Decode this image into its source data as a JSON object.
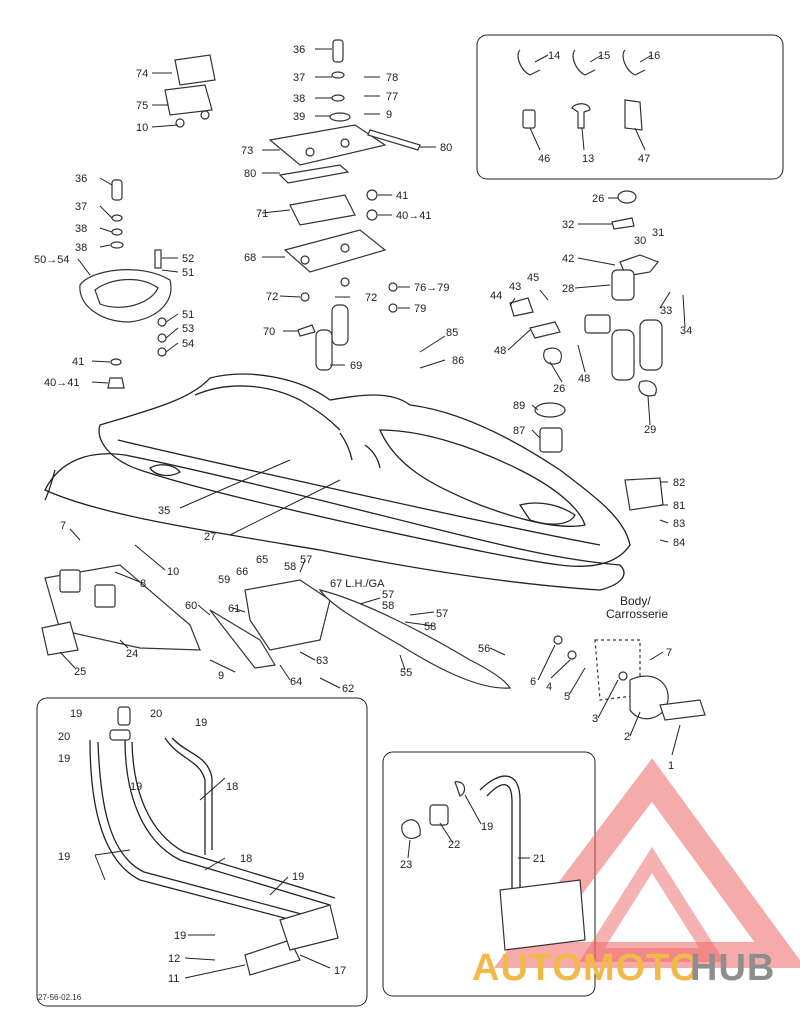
{
  "labels": {
    "l36a": "36",
    "l74": "74",
    "l75": "75",
    "l10a": "10",
    "l37a": "37",
    "l38a": "38",
    "l39": "39",
    "l78": "78",
    "l77": "77",
    "l9a": "9",
    "l73": "73",
    "l80a": "80",
    "l80b": "80",
    "l41a": "41",
    "l40_41a": "40→41",
    "l71": "71",
    "l68": "68",
    "l76_79": "76→79",
    "l72a": "72",
    "l72b": "72",
    "l79": "79",
    "l70": "70",
    "l69": "69",
    "l85": "85",
    "l86": "86",
    "l36b": "36",
    "l37b": "37",
    "l38b": "38",
    "l38c": "38",
    "l50_54": "50→54",
    "l52": "52",
    "l51a": "51",
    "l51b": "51",
    "l53": "53",
    "l54a": "54",
    "l41b": "41",
    "l40_41b": "40→41",
    "l14": "14",
    "l15": "15",
    "l16": "16",
    "l46": "46",
    "l13": "13",
    "l47": "47",
    "l26a": "26",
    "l32": "32",
    "l31": "31",
    "l30": "30",
    "l42": "42",
    "l45": "45",
    "l43": "43",
    "l44": "44",
    "l28": "28",
    "l33": "33",
    "l34": "34",
    "l48a": "48",
    "l48b": "48",
    "l26b": "26",
    "l29": "29",
    "l89": "89",
    "l87": "87",
    "l35": "35",
    "l27": "27",
    "l82": "82",
    "l81": "81",
    "l83": "83",
    "l84": "84",
    "l7a": "7",
    "l10b": "10",
    "l8": "8",
    "l9b": "9",
    "l24": "24",
    "l25": "25",
    "l65": "65",
    "l66": "66",
    "l58a": "58",
    "l57a": "57",
    "l67": "67 L.H./GA",
    "l59": "59",
    "l57b": "57",
    "l58b": "58",
    "l57c": "57",
    "l56": "56",
    "l60": "60",
    "l61": "61",
    "l63": "63",
    "l64": "64",
    "l62": "62",
    "l55": "55",
    "body": "Body/",
    "carrosserie": "Carrosserie",
    "l6": "6",
    "l4": "4",
    "l5": "5",
    "l3": "3",
    "l2": "2",
    "l1": "1",
    "l7b": "7",
    "l20a": "20",
    "l20b": "20",
    "l19a": "19",
    "l19b": "19",
    "l19c": "19",
    "l19d": "19",
    "l19e": "19",
    "l19f": "19",
    "l19g": "19",
    "l18a": "18",
    "l18b": "18",
    "l12": "12",
    "l11": "11",
    "l17": "17",
    "l21": "21",
    "l22": "22",
    "l23": "23",
    "l19h": "19"
  },
  "drawing_code": "27-56-02.16",
  "watermark": {
    "left": "AUTOMOTO",
    "right": "HUB",
    "color_left": "#f2b84a",
    "color_right": "#8e8e8e",
    "triangle_color": "#e03a3a"
  }
}
